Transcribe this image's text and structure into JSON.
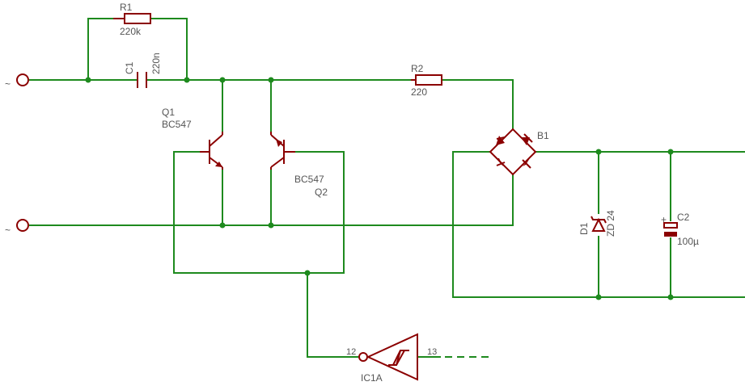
{
  "schematic": {
    "components": {
      "r1": {
        "name": "R1",
        "value": "220k"
      },
      "c1": {
        "name": "C1",
        "value": "220n"
      },
      "r2": {
        "name": "R2",
        "value": "220"
      },
      "q1": {
        "name": "Q1",
        "value": "BC547"
      },
      "q2": {
        "name": "Q2",
        "value": "BC547"
      },
      "b1": {
        "name": "B1"
      },
      "d1": {
        "name": "D1",
        "value": "ZD 24"
      },
      "c2": {
        "name": "C2",
        "value": "100µ",
        "polarity": "+"
      },
      "ic1a": {
        "name": "IC1A",
        "pin_in": "12",
        "pin_out": "13"
      }
    },
    "terminals": {
      "top_symbol": "~",
      "bottom_symbol": "~"
    },
    "colors": {
      "wire": "#1e8a1e",
      "component": "#8b0000",
      "label": "#555555"
    }
  }
}
